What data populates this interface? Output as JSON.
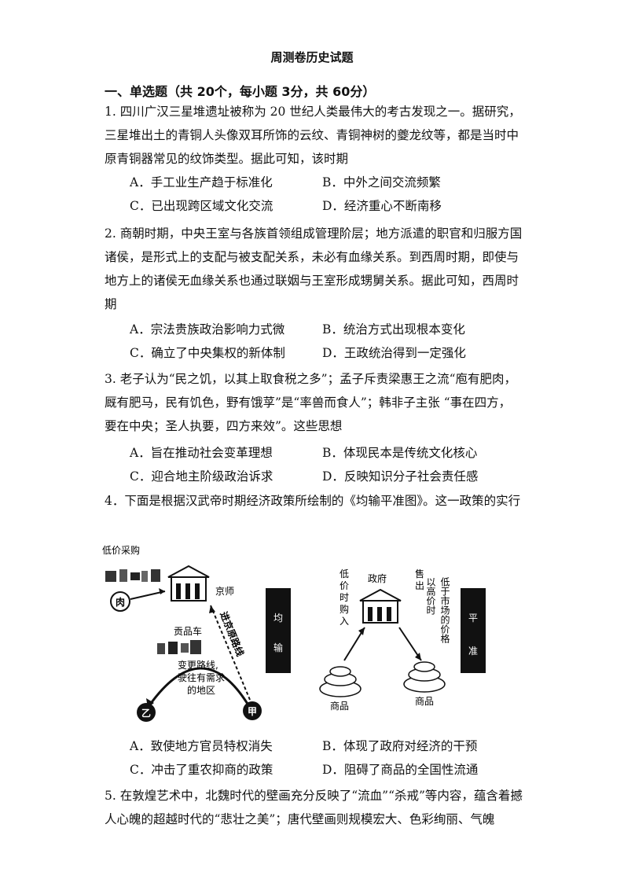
{
  "title": "周测卷历史试题",
  "section": "一、单选题（共 20个，每小题 3分，共 60分）",
  "questions": [
    {
      "stem": "1. 四川广汉三星堆遗址被称为 20 世纪人类最伟大的考古发现之一。据研究，三星堆出土的青铜人头像双耳所饰的云纹、青铜神树的夔龙纹等，都是当时中原青铜器常见的纹饰类型。据此可知，该时期",
      "options": [
        "A．手工业生产趋于标准化",
        "B．中外之间交流频繁",
        "C．已出现跨区域文化交流",
        "D．经济重心不断南移"
      ]
    },
    {
      "stem": "2. 商朝时期，中央王室与各族首领组成管理阶层；地方派遣的职官和归服方国诸侯，是形式上的支配与被支配关系，未必有血缘关系。到西周时期，即使与地方上的诸侯无血缘关系也通过联姻与王室形成甥舅关系。据此可知，西周时期",
      "options": [
        "A．宗法贵族政治影响力式微",
        "B．统治方式出现根本变化",
        "C．确立了中央集权的新体制",
        "D．王政统治得到一定强化"
      ]
    },
    {
      "stem": "3. 老子认为“民之饥，以其上取食税之多”；孟子斥责梁惠王之流“庖有肥肉，厩有肥马，民有饥色，野有饿莩”是“率兽而食人”；韩非子主张 “事在四方，要在中央；圣人执要，四方来效”。这些思想",
      "options": [
        "A．旨在推动社会变革理想",
        "B．体现民本是传统文化核心",
        "C．迎合地主阶级政治诉求",
        "D．反映知识分子社会责任感"
      ]
    },
    {
      "stem": "4．下面是根据汉武帝时期经济政策所绘制的《均输平准图》。这一政策的实行",
      "options": [
        "A．致使地方官员特权消失",
        "B．体现了政府对经济的干预",
        "C．冲击了重农抑商的政策",
        "D．阻碍了商品的全国性流通"
      ]
    },
    {
      "stem": "5. 在敦煌艺术中，北魏时代的壁画充分反映了“流血”“杀戒”等内容，蕴含着撼人心魄的超越时代的“悲壮之美”；唐代壁画则规模宏大、色彩绚丽、气魄"
    }
  ],
  "figure": {
    "low_price": "低价采购",
    "capital": "京师",
    "route": "进京原路线",
    "tribute_cart": "贡品车",
    "change_route": [
      "变更路线,",
      "驶往有需求",
      "的地区"
    ],
    "jia": "甲",
    "yi": "乙",
    "rou": "肉",
    "junshu": [
      "均",
      "输"
    ],
    "government": "政府",
    "buy_low": [
      "低",
      "价",
      "时",
      "购",
      "入"
    ],
    "sell": [
      "售",
      "出"
    ],
    "sell_high": [
      "以高价时",
      "低于市场的价格"
    ],
    "goods1": "商品",
    "goods2": "商品",
    "pingzhun": [
      "平",
      "准"
    ]
  }
}
